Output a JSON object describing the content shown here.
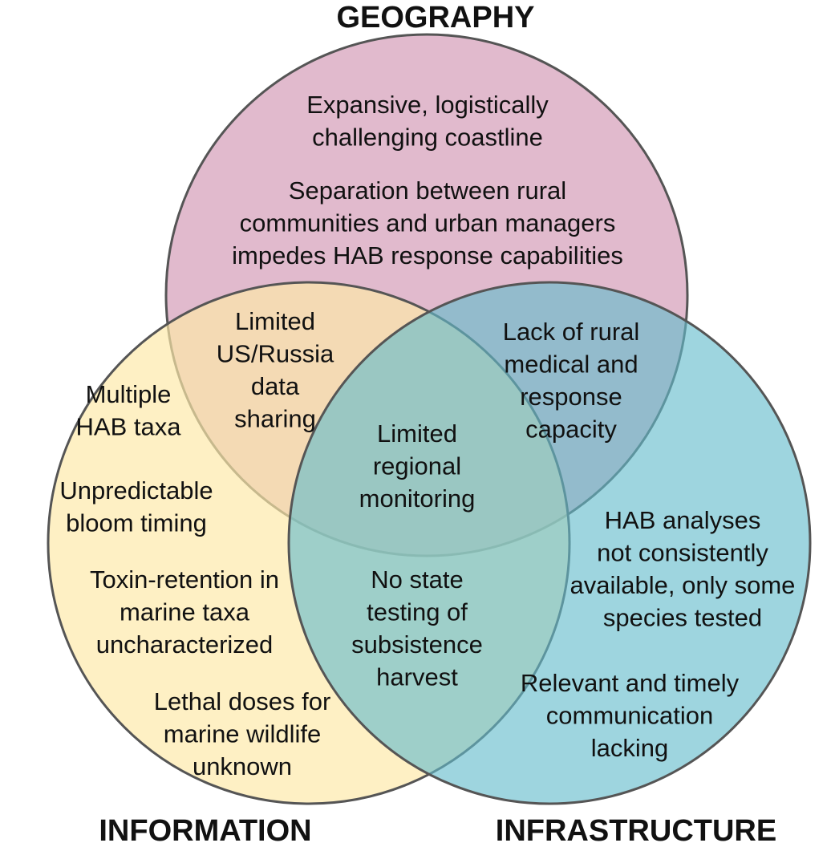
{
  "sets": {
    "geography": {
      "label": "GEOGRAPHY",
      "color": "#d9a6bf"
    },
    "information": {
      "label": "INFORMATION",
      "color": "#fde9a8"
    },
    "infrastructure": {
      "label": "INFRASTRUCTURE",
      "color": "#62bccb"
    }
  },
  "regions": {
    "geography_only": {
      "items": [
        [
          "Expansive, logistically",
          "challenging coastline"
        ],
        [
          "Separation between rural",
          "communities and urban managers",
          "impedes HAB response capabilities"
        ]
      ]
    },
    "information_only": {
      "items": [
        [
          "Multiple",
          "HAB taxa"
        ],
        [
          "Unpredictable",
          "bloom timing"
        ],
        [
          "Toxin-retention in",
          "marine taxa",
          "uncharacterized"
        ],
        [
          "Lethal doses for",
          "marine wildlife",
          "unknown"
        ]
      ]
    },
    "infrastructure_only": {
      "items": [
        [
          "HAB analyses",
          "not consistently",
          "available, only some",
          "species tested"
        ],
        [
          "Relevant and timely",
          "communication",
          "lacking"
        ]
      ]
    },
    "geography_information": {
      "items": [
        [
          "Limited",
          "US/Russia",
          "data",
          "sharing"
        ]
      ]
    },
    "geography_infrastructure": {
      "items": [
        [
          "Lack of rural",
          "medical and",
          "response",
          "capacity"
        ]
      ]
    },
    "information_infrastructure": {
      "items": [
        [
          "No state",
          "testing of",
          "subsistence",
          "harvest"
        ]
      ]
    },
    "all_three": {
      "items": [
        [
          "Limited",
          "regional",
          "monitoring"
        ]
      ]
    }
  }
}
